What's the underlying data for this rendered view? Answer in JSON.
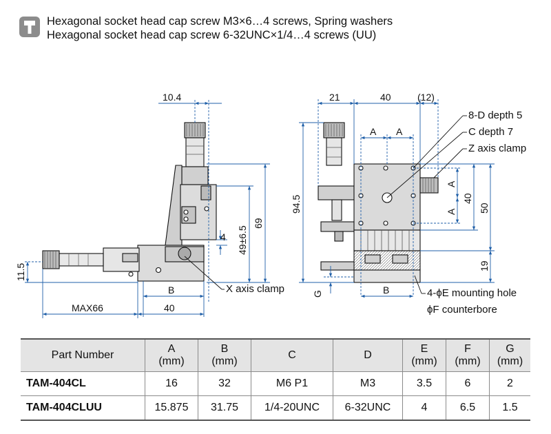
{
  "notes": {
    "icon": "wrench-tool-icon",
    "line1": "Hexagonal socket head cap screw M3×6…4 screws, Spring washers",
    "line2": "Hexagonal socket head cap screw 6-32UNC×1/4…4 screws (UU)"
  },
  "drawing": {
    "left_view_dims": {
      "top_width": "10.4",
      "small_gap": "4",
      "stroke": "49±6.5",
      "height": "69",
      "x_height": "11.5",
      "b": "B",
      "width40": "40",
      "max": "MAX66"
    },
    "right_view_dims": {
      "w21": "21",
      "w40": "40",
      "w12": "(12)",
      "a1": "A",
      "a2": "A",
      "a_side1": "A",
      "a_side2": "A",
      "h40": "40",
      "h50": "50",
      "h94": "94.5",
      "h19": "19",
      "g": "G",
      "b": "B"
    },
    "callouts": {
      "d_depth": "8-D depth 5",
      "c_depth": "C depth 7",
      "z_clamp": "Z axis clamp",
      "x_clamp": "X axis clamp",
      "mount_hole": "4-ϕE mounting hole",
      "counterbore": "ϕF counterbore"
    },
    "colors": {
      "dimension": "#1f5fa8",
      "outline": "#111111",
      "fill": "#d9d9d9"
    }
  },
  "table": {
    "headers": [
      "Part Number",
      "A\n(mm)",
      "B\n(mm)",
      "C",
      "D",
      "E\n(mm)",
      "F\n(mm)",
      "G\n(mm)"
    ],
    "rows": [
      [
        "TAM-404CL",
        "16",
        "32",
        "M6 P1",
        "M3",
        "3.5",
        "6",
        "2"
      ],
      [
        "TAM-404CLUU",
        "15.875",
        "31.75",
        "1/4-20UNC",
        "6-32UNC",
        "4",
        "6.5",
        "1.5"
      ]
    ]
  }
}
